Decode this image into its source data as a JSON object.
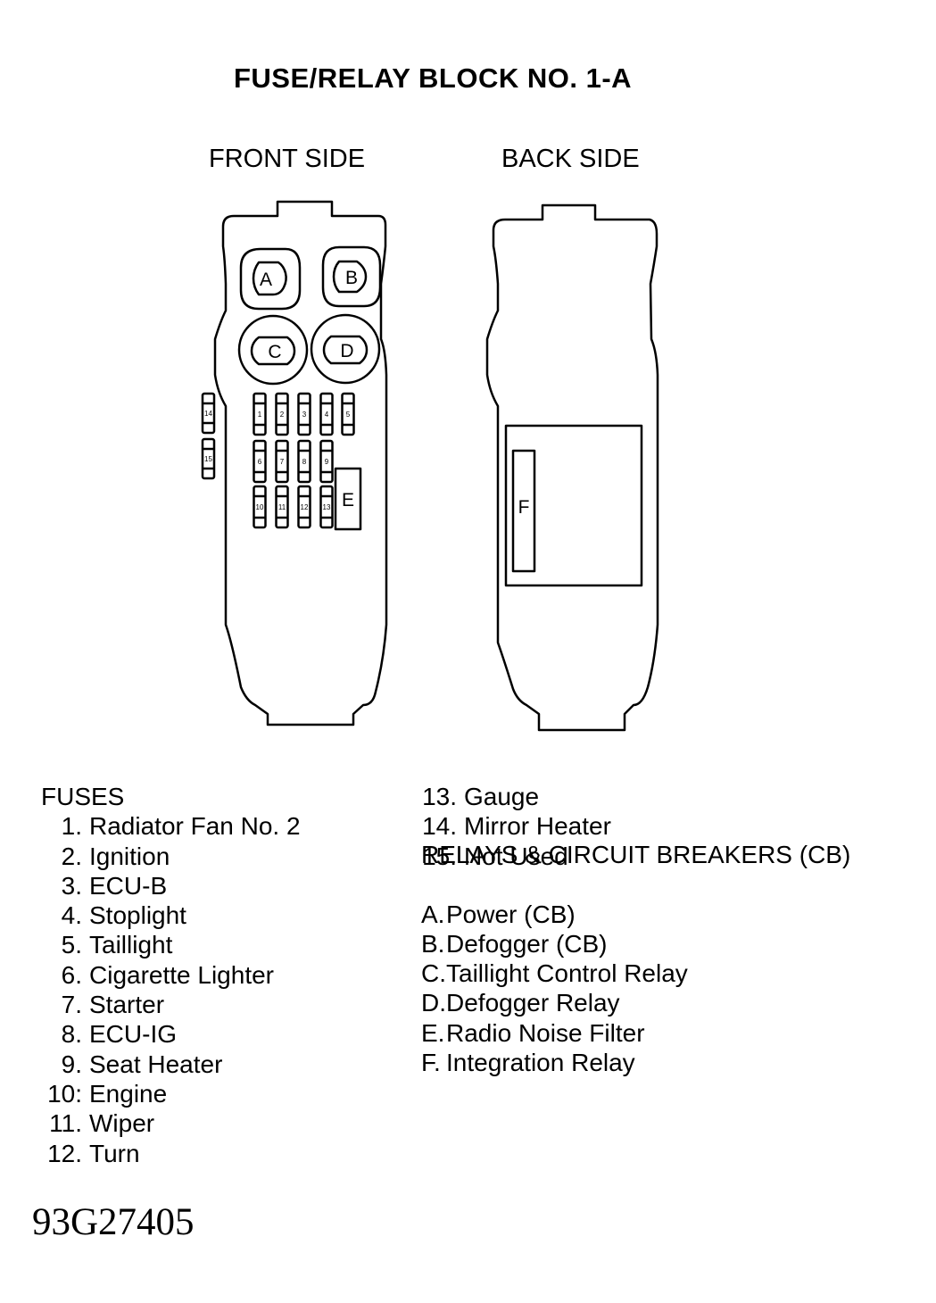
{
  "title": "FUSE/RELAY BLOCK NO. 1-A",
  "front_label": "FRONT SIDE",
  "back_label": "BACK SIDE",
  "front_components": {
    "relay_a": "A",
    "relay_b": "B",
    "relay_c": "C",
    "relay_d": "D",
    "filter_e": "E",
    "fuse_numbers": [
      "1",
      "2",
      "3",
      "4",
      "5",
      "6",
      "7",
      "8",
      "9",
      "10",
      "11",
      "12",
      "13",
      "14",
      "15"
    ]
  },
  "back_components": {
    "relay_f": "F"
  },
  "fuses_heading": "FUSES",
  "fuses": [
    {
      "num": "1.",
      "name": "Radiator Fan No. 2"
    },
    {
      "num": "2.",
      "name": "Ignition"
    },
    {
      "num": "3.",
      "name": "ECU-B"
    },
    {
      "num": "4.",
      "name": "Stoplight"
    },
    {
      "num": "5.",
      "name": "Taillight"
    },
    {
      "num": "6.",
      "name": "Cigarette Lighter"
    },
    {
      "num": "7.",
      "name": "Starter"
    },
    {
      "num": "8.",
      "name": "ECU-IG"
    },
    {
      "num": "9.",
      "name": "Seat Heater"
    },
    {
      "num": "10:",
      "name": "Engine"
    },
    {
      "num": "11.",
      "name": "Wiper"
    },
    {
      "num": "12.",
      "name": "Turn"
    },
    {
      "num": "13.",
      "name": "Gauge"
    },
    {
      "num": "14.",
      "name": "Mirror Heater"
    },
    {
      "num": "15.",
      "name": "Not Used"
    }
  ],
  "relays_heading": "RELAYS & CIRCUIT BREAKERS (CB)",
  "relays": [
    {
      "num": "A.",
      "name": "Power (CB)"
    },
    {
      "num": "B.",
      "name": "Defogger (CB)"
    },
    {
      "num": "C.",
      "name": "Taillight Control Relay"
    },
    {
      "num": "D.",
      "name": "Defogger Relay"
    },
    {
      "num": "E.",
      "name": "Radio Noise Filter"
    },
    {
      "num": "F.",
      "name": "Integration Relay"
    }
  ],
  "figure_code": "93G27405"
}
